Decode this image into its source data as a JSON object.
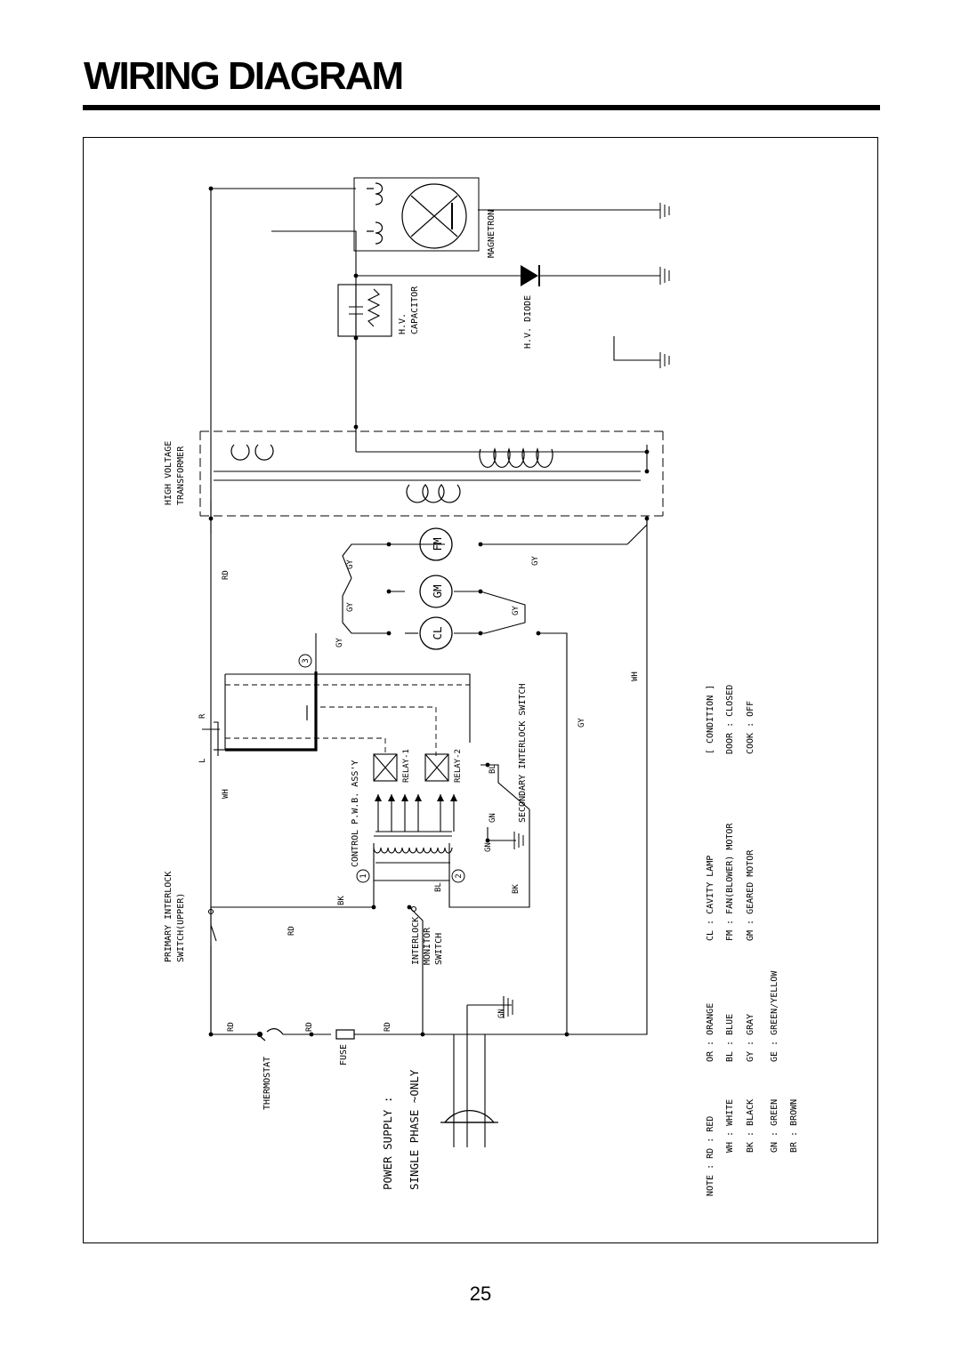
{
  "page": {
    "title": "WIRING DIAGRAM",
    "page_number": "25"
  },
  "components": {
    "magnetron": "MAGNETRON",
    "hv_diode": "H.V. DIODE",
    "hv_capacitor_1": "H.V.",
    "hv_capacitor_2": "CAPACITOR",
    "transformer_1": "HIGH VOLTAGE",
    "transformer_2": "TRANSFORMER",
    "fm": "FM",
    "gm": "GM",
    "cl": "CL",
    "control_pwb": "CONTROL P.W.B. ASS'Y",
    "relay_1": "RELAY-1",
    "relay_2": "RELAY-2",
    "secondary_interlock": "SECONDARY INTERLOCK SWITCH",
    "primary_interlock_1": "PRIMARY INTERLOCK",
    "primary_interlock_2": "SWITCH(UPPER)",
    "interlock_monitor_1": "INTERLOCK",
    "interlock_monitor_2": "MONITOR",
    "interlock_monitor_3": "SWITCH",
    "thermostat": "THERMOSTAT",
    "fuse": "FUSE",
    "power_supply_1": "POWER SUPPLY :",
    "power_supply_2": "SINGLE PHASE ~ONLY"
  },
  "wire_labels": {
    "rd": "RD",
    "gy": "GY",
    "wh": "WH",
    "bk": "BK",
    "bl": "BL",
    "gn": "GN",
    "r": "R",
    "l": "L",
    "node_1": "1",
    "node_2": "2",
    "node_3": "3"
  },
  "condition": {
    "header": "[ CONDITION ]",
    "door": "DOOR : CLOSED",
    "cook": "COOK : OFF"
  },
  "abbreviations": [
    "CL : CAVITY LAMP",
    "FM : FAN(BLOWER) MOTOR",
    "GM : GEARED MOTOR"
  ],
  "color_codes": {
    "col1": [
      "NOTE : RD : RED",
      "WH : WHITE",
      "BK : BLACK",
      "GN : GREEN",
      "BR : BROWN"
    ],
    "col2": [
      "OR : ORANGE",
      "BL : BLUE",
      "GY : GRAY",
      "GE : GREEN/YELLOW"
    ]
  }
}
